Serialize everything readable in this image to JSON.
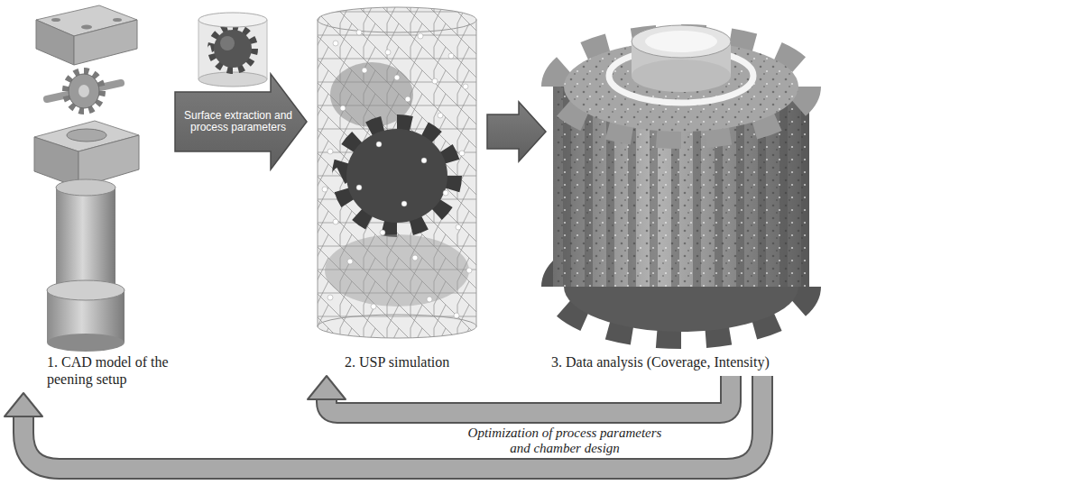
{
  "diagram": {
    "nodes": [
      {
        "text": [
          "1. CAD model of the peening setup"
        ]
      },
      {
        "text": [
          "2. USP simulation"
        ]
      },
      {
        "text": [
          "3. Data analysis (Coverage, Intensity)"
        ]
      }
    ],
    "edges": [
      {
        "from": 0,
        "to": 1,
        "arrow": "to",
        "label": "Surface extraction and process parameters"
      },
      {
        "from": 1,
        "to": 2,
        "arrow": "to"
      },
      {
        "from": 2,
        "to": 0,
        "arrow": "to",
        "label": "Optimization of process parameters and chamber design"
      },
      {
        "from": 2,
        "to": 1,
        "arrow": "to"
      }
    ]
  }
}
